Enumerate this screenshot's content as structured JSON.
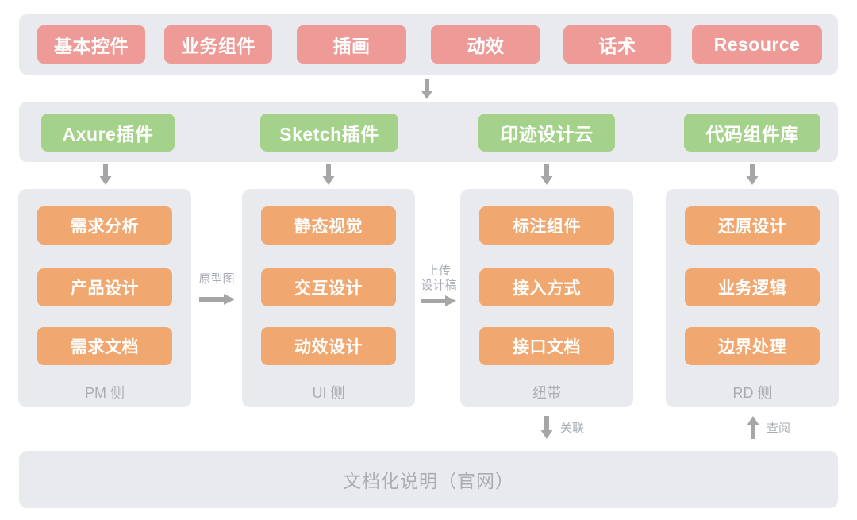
{
  "diagram": {
    "title_label": "文档化说明（官网）",
    "colors": {
      "panel_bg": "#e8eaed",
      "pink": "#ee9a97",
      "green": "#a4d28a",
      "orange": "#f0a870",
      "muted_text": "#a9adb3",
      "arrow": "#a6a6a6"
    },
    "resource_row": {
      "items": [
        {
          "label": "基本控件"
        },
        {
          "label": "业务组件"
        },
        {
          "label": "插画"
        },
        {
          "label": "动效"
        },
        {
          "label": "话术"
        },
        {
          "label": "Resource"
        }
      ]
    },
    "tools_row": {
      "items": [
        {
          "label": "Axure插件"
        },
        {
          "label": "Sketch插件"
        },
        {
          "label": "印迹设计云"
        },
        {
          "label": "代码组件库"
        }
      ]
    },
    "columns": [
      {
        "caption": "PM 侧",
        "items": [
          {
            "label": "需求分析"
          },
          {
            "label": "产品设计"
          },
          {
            "label": "需求文档"
          }
        ]
      },
      {
        "caption": "UI 侧",
        "items": [
          {
            "label": "静态视觉"
          },
          {
            "label": "交互设计"
          },
          {
            "label": "动效设计"
          }
        ]
      },
      {
        "caption": "纽带",
        "items": [
          {
            "label": "标注组件"
          },
          {
            "label": "接入方式"
          },
          {
            "label": "接口文档"
          }
        ]
      },
      {
        "caption": "RD 侧",
        "items": [
          {
            "label": "还原设计"
          },
          {
            "label": "业务逻辑"
          },
          {
            "label": "边界处理"
          }
        ]
      }
    ],
    "flow_labels": {
      "pm_to_ui": "原型图",
      "ui_to_link_line1": "上传",
      "ui_to_link_line2": "设计稿",
      "link_to_doc": "关联",
      "doc_to_rd": "查阅"
    }
  }
}
